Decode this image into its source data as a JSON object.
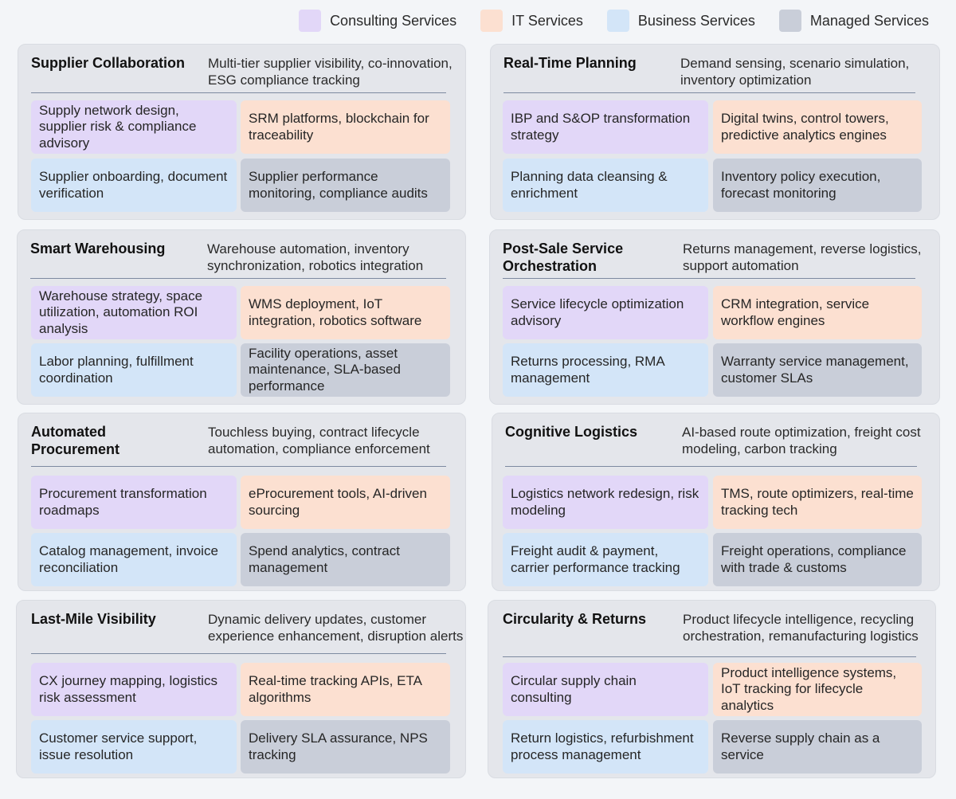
{
  "legend": [
    {
      "label": "Consulting Services",
      "color": "#e2d7f8"
    },
    {
      "label": "IT Services",
      "color": "#fce0d1"
    },
    {
      "label": "Business Services",
      "color": "#d3e5f8"
    },
    {
      "label": "Managed Services",
      "color": "#c9ced9"
    }
  ],
  "cards": [
    {
      "title": "Supplier Collaboration",
      "description": "Multi-tier supplier visibility, co-innovation, ESG compliance tracking",
      "consulting": "Supply network design, supplier risk & compliance advisory",
      "it": "SRM platforms, blockchain for traceability",
      "business": "Supplier onboarding, document verification",
      "managed": "Supplier performance monitoring, compliance audits"
    },
    {
      "title": "Real-Time Planning",
      "description": "Demand sensing, scenario simulation, inventory optimization",
      "consulting": "IBP and S&OP transformation strategy",
      "it": "Digital twins, control towers, predictive analytics engines",
      "business": "Planning data cleansing & enrichment",
      "managed": "Inventory policy execution, forecast monitoring"
    },
    {
      "title": "Smart Warehousing",
      "description": "Warehouse automation, inventory synchronization, robotics integration",
      "consulting": "Warehouse strategy, space utilization, automation ROI analysis",
      "it": "WMS deployment, IoT integration, robotics software",
      "business": "Labor planning, fulfillment coordination",
      "managed": "Facility operations, asset maintenance, SLA-based performance"
    },
    {
      "title": "Post-Sale Service Orchestration",
      "description": "Returns management, reverse logistics, support automation",
      "consulting": "Service lifecycle optimization advisory",
      "it": "CRM integration, service workflow engines",
      "business": "Returns processing, RMA management",
      "managed": "Warranty service management, customer SLAs"
    },
    {
      "title": "Automated Procurement",
      "description": "Touchless buying, contract lifecycle automation, compliance enforcement",
      "consulting": "Procurement transformation roadmaps",
      "it": "eProcurement tools, AI-driven sourcing",
      "business": "Catalog management, invoice reconciliation",
      "managed": "Spend analytics, contract management"
    },
    {
      "title": "Cognitive Logistics",
      "description": "AI-based route optimization, freight cost modeling, carbon tracking",
      "consulting": "Logistics network redesign, risk modeling",
      "it": "TMS, route optimizers, real-time tracking tech",
      "business": "Freight audit & payment, carrier performance tracking",
      "managed": "Freight operations, compliance with trade & customs"
    },
    {
      "title": "Last-Mile Visibility",
      "description": "Dynamic delivery updates, customer experience enhancement, disruption alerts",
      "consulting": "CX journey mapping, logistics risk assessment",
      "it": "Real-time tracking APIs, ETA algorithms",
      "business": "Customer service support, issue resolution",
      "managed": "Delivery SLA assurance, NPS tracking"
    },
    {
      "title": "Circularity & Returns",
      "description": "Product lifecycle intelligence, recycling orchestration, remanufacturing logistics",
      "consulting": "Circular supply chain consulting",
      "it": "Product intelligence systems, IoT tracking for lifecycle analytics",
      "business": "Return logistics, refurbishment process management",
      "managed": "Reverse supply chain as a service"
    }
  ]
}
